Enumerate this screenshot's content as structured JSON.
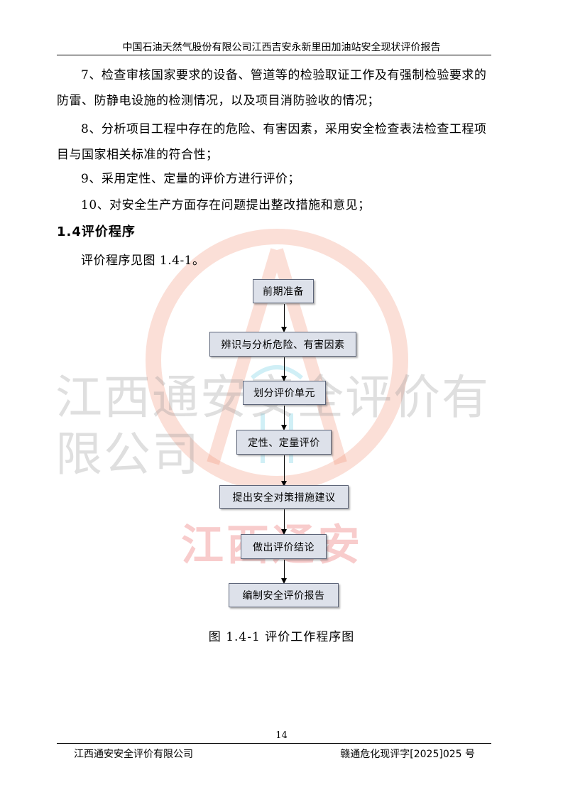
{
  "header": {
    "title": "中国石油天然气股份有限公司江西吉安永新里田加油站安全现状评价报告"
  },
  "body": {
    "items": [
      "7、检查审核国家要求的设备、管道等的检验取证工作及有强制检验要求的防雷、防静电设施的检测情况，以及项目消防验收的情况；",
      "8、分析项目工程中存在的危险、有害因素，采用安全检查表法检查工程项目与国家相关标准的符合性；",
      "9、采用定性、定量的评价方进行评价；",
      "10、对安全生产方面存在问题提出整改措施和意见；"
    ],
    "section_heading": "1.4评价程序",
    "intro": "评价程序见图 1.4-1。"
  },
  "flowchart": {
    "steps": [
      "前期准备",
      "辨识与分析危险、有害因素",
      "划分评价单元",
      "定性、定量评价",
      "提出安全对策措施建议",
      "做出评价结论",
      "编制安全评价报告"
    ],
    "caption": "图 1.4-1   评价工作程序图"
  },
  "watermark": {
    "text": "江西通安安全评价有限公司",
    "stamp": "江西通安"
  },
  "footer": {
    "page_number": "14",
    "company": "江西通安安全评价有限公司",
    "doc_number": "赣通危化现评字[2025]025 号"
  }
}
